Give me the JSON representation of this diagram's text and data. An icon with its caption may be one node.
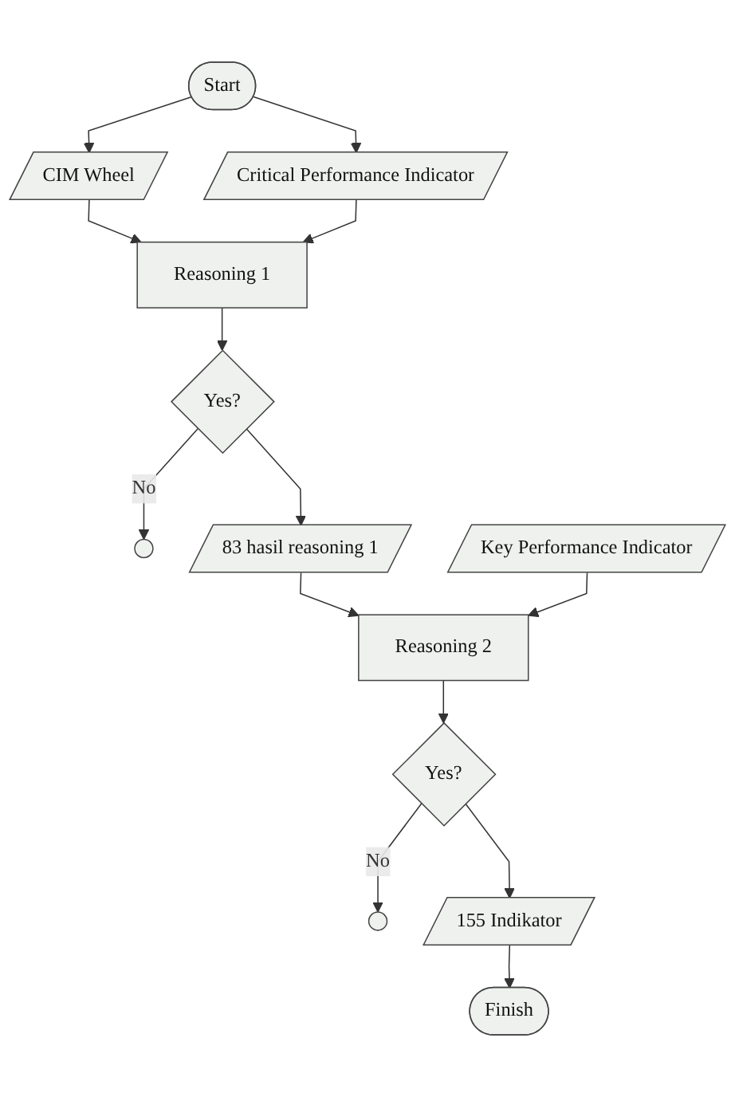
{
  "diagram": {
    "nodes": [
      {
        "text": [
          "Start"
        ]
      },
      {
        "text": [
          "CIM Wheel"
        ]
      },
      {
        "text": [
          "Critical Performance Indicator"
        ]
      },
      {
        "text": [
          "Reasoning 1"
        ]
      },
      {
        "text": [
          "Yes?"
        ]
      },
      {
        "text": [],
        "shape": "circle"
      },
      {
        "text": [
          "83 hasil reasoning 1"
        ]
      },
      {
        "text": [
          "Key Performance Indicator"
        ]
      },
      {
        "text": [
          "Reasoning 2"
        ]
      },
      {
        "text": [
          "Yes?"
        ]
      },
      {
        "text": [],
        "shape": "circle"
      },
      {
        "text": [
          "155 Indikator"
        ]
      },
      {
        "text": [
          "Finish"
        ]
      }
    ],
    "edges": [
      {
        "from": 0,
        "to": 1,
        "arrow": "to"
      },
      {
        "from": 0,
        "to": 2,
        "arrow": "to"
      },
      {
        "from": 1,
        "to": 3,
        "arrow": "to"
      },
      {
        "from": 2,
        "to": 3,
        "arrow": "to"
      },
      {
        "from": 3,
        "to": 4,
        "arrow": "to"
      },
      {
        "from": 4,
        "to": 5,
        "arrow": "to",
        "label": "No"
      },
      {
        "from": 4,
        "to": 6,
        "arrow": "to"
      },
      {
        "from": 6,
        "to": 8,
        "arrow": "to"
      },
      {
        "from": 7,
        "to": 8,
        "arrow": "to"
      },
      {
        "from": 8,
        "to": 9,
        "arrow": "to"
      },
      {
        "from": 9,
        "to": 10,
        "arrow": "to",
        "label": "No"
      },
      {
        "from": 9,
        "to": 11,
        "arrow": "to"
      },
      {
        "from": 11,
        "to": 12,
        "arrow": "to"
      }
    ]
  }
}
